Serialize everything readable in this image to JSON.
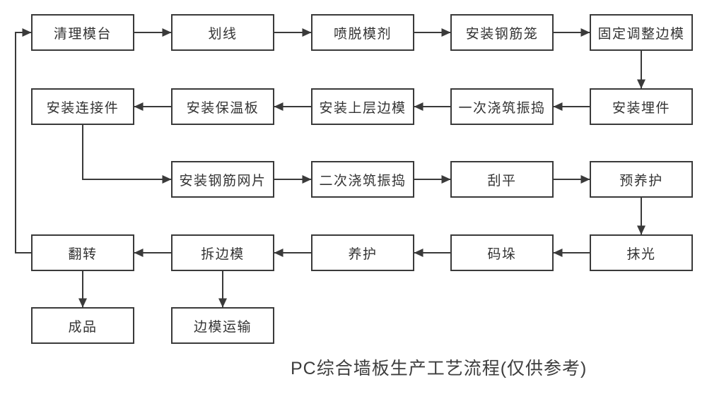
{
  "diagram": {
    "title": "PC综合墙板生产工艺流程(仅供参考)",
    "colors": {
      "background": "#ffffff",
      "box_border": "#3a3a3a",
      "box_fill": "#ffffff",
      "line": "#3a3a3a",
      "text": "#333333"
    },
    "nodes": [
      {
        "id": "clean-mold-table",
        "label": "清理模台",
        "row": 1,
        "col": 1
      },
      {
        "id": "marking",
        "label": "划线",
        "row": 1,
        "col": 2
      },
      {
        "id": "spray-release-agent",
        "label": "喷脱模剂",
        "row": 1,
        "col": 3
      },
      {
        "id": "install-rebar-cage",
        "label": "安装钢筋笼",
        "row": 1,
        "col": 4
      },
      {
        "id": "fix-adjust-side-forms",
        "label": "固定调整边模",
        "row": 1,
        "col": 5
      },
      {
        "id": "install-connectors",
        "label": "安装连接件",
        "row": 2,
        "col": 1
      },
      {
        "id": "install-insulation-board",
        "label": "安装保温板",
        "row": 2,
        "col": 2
      },
      {
        "id": "install-upper-side-forms",
        "label": "安装上层边模",
        "row": 2,
        "col": 3
      },
      {
        "id": "first-pour-vibrate",
        "label": "一次浇筑振捣",
        "row": 2,
        "col": 4
      },
      {
        "id": "install-embedded-parts",
        "label": "安装埋件",
        "row": 2,
        "col": 5
      },
      {
        "id": "install-rebar-mesh",
        "label": "安装钢筋网片",
        "row": 3,
        "col": 2
      },
      {
        "id": "second-pour-vibrate",
        "label": "二次浇筑振捣",
        "row": 3,
        "col": 3
      },
      {
        "id": "screeding",
        "label": "刮平",
        "row": 3,
        "col": 4
      },
      {
        "id": "pre-curing",
        "label": "预养护",
        "row": 3,
        "col": 5
      },
      {
        "id": "flipping",
        "label": "翻转",
        "row": 4,
        "col": 1
      },
      {
        "id": "remove-side-forms",
        "label": "拆边模",
        "row": 4,
        "col": 2
      },
      {
        "id": "curing",
        "label": "养护",
        "row": 4,
        "col": 3
      },
      {
        "id": "stacking",
        "label": "码垛",
        "row": 4,
        "col": 4
      },
      {
        "id": "troweling",
        "label": "抹光",
        "row": 4,
        "col": 5
      },
      {
        "id": "finished-product",
        "label": "成品",
        "row": 5,
        "col": 1
      },
      {
        "id": "side-form-transport",
        "label": "边模运输",
        "row": 5,
        "col": 2
      }
    ],
    "edges": [
      {
        "from": "清理模台",
        "to": "划线"
      },
      {
        "from": "划线",
        "to": "喷脱模剂"
      },
      {
        "from": "喷脱模剂",
        "to": "安装钢筋笼"
      },
      {
        "from": "安装钢筋笼",
        "to": "固定调整边模"
      },
      {
        "from": "固定调整边模",
        "to": "安装埋件"
      },
      {
        "from": "安装埋件",
        "to": "一次浇筑振捣"
      },
      {
        "from": "一次浇筑振捣",
        "to": "安装上层边模"
      },
      {
        "from": "安装上层边模",
        "to": "安装保温板"
      },
      {
        "from": "安装保温板",
        "to": "安装连接件"
      },
      {
        "from": "安装连接件",
        "to": "安装钢筋网片"
      },
      {
        "from": "安装钢筋网片",
        "to": "二次浇筑振捣"
      },
      {
        "from": "二次浇筑振捣",
        "to": "刮平"
      },
      {
        "from": "刮平",
        "to": "预养护"
      },
      {
        "from": "预养护",
        "to": "抹光"
      },
      {
        "from": "抹光",
        "to": "码垛"
      },
      {
        "from": "码垛",
        "to": "养护"
      },
      {
        "from": "养护",
        "to": "拆边模"
      },
      {
        "from": "拆边模",
        "to": "翻转"
      },
      {
        "from": "翻转",
        "to": "成品"
      },
      {
        "from": "拆边模",
        "to": "边模运输"
      },
      {
        "from": "翻转",
        "to": "清理模台"
      }
    ]
  }
}
